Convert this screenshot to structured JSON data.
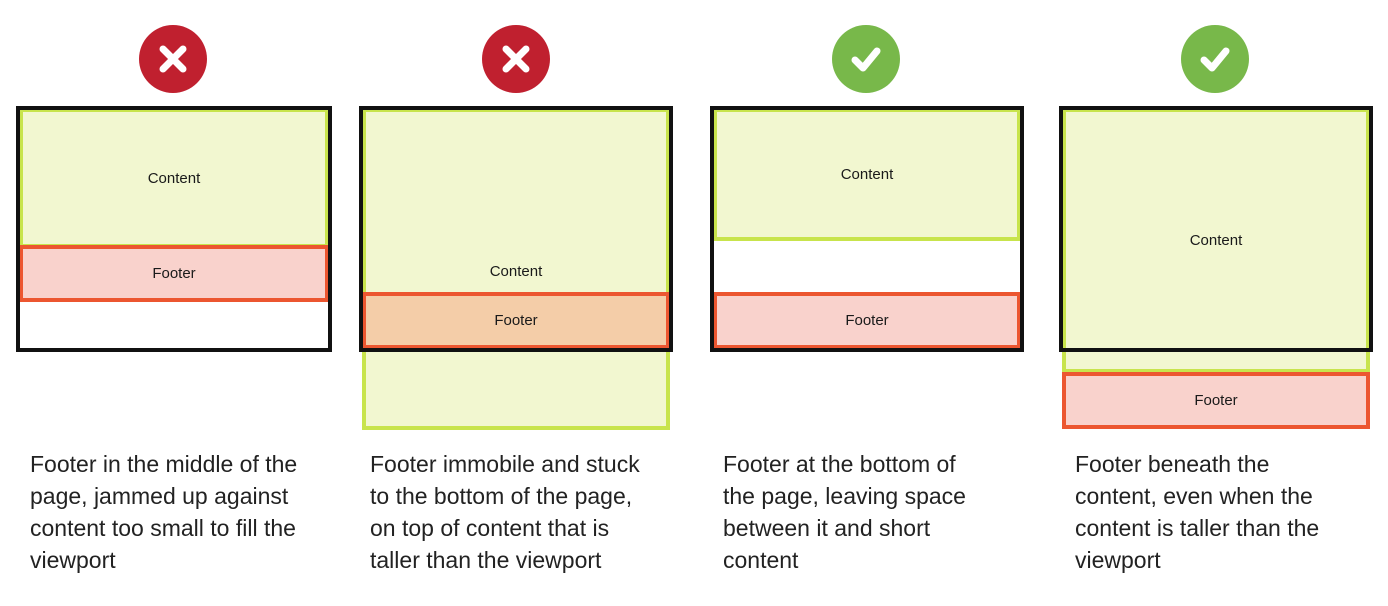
{
  "colors": {
    "bad": "#c0202f",
    "good": "#78b84a",
    "content_fill": "#f2f7d0",
    "content_border": "#c8e44c",
    "footer_fill": "#f9d2cc",
    "footer_overlap_fill": "#f4cda8",
    "footer_border": "#ec5630",
    "viewport_border": "#111111"
  },
  "panels": [
    {
      "status_icon": "cross-icon",
      "content_label": "Content",
      "footer_label": "Footer",
      "caption": "Footer in the middle of the\npage, jammed up against\ncontent too small to fill the\nviewport"
    },
    {
      "status_icon": "cross-icon",
      "content_label": "Content",
      "footer_label": "Footer",
      "caption": "Footer immobile and stuck\nto the bottom of the page,\non top of content that is\ntaller than the viewport"
    },
    {
      "status_icon": "checkmark-icon",
      "content_label": "Content",
      "footer_label": "Footer",
      "caption": "Footer at the bottom of\nthe page, leaving space\nbetween it and short\ncontent"
    },
    {
      "status_icon": "checkmark-icon",
      "content_label": "Content",
      "footer_label": "Footer",
      "caption": "Footer beneath the\ncontent, even when the\ncontent is taller than the\nviewport"
    }
  ]
}
